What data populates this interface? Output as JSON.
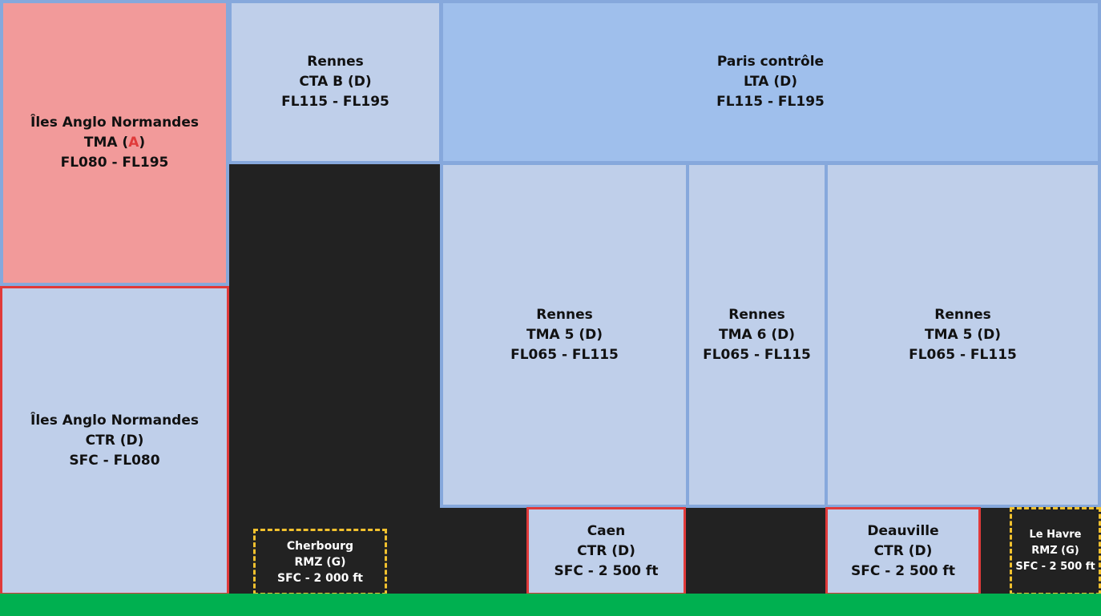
{
  "zones": {
    "cni_tma": {
      "name": "Îles Anglo Normandes",
      "class_pre": "TMA (",
      "class_letter": "A",
      "class_post": ")",
      "levels": "FL080 - FL195"
    },
    "cni_ctr": {
      "name": "Îles Anglo Normandes",
      "type": "CTR (D)",
      "levels": "SFC - FL080"
    },
    "rennes_cta": {
      "name": "Rennes",
      "type": "CTA B (D)",
      "levels": "FL115 - FL195"
    },
    "paris_lta": {
      "name": "Paris contrôle",
      "type": "LTA (D)",
      "levels": "FL115 - FL195"
    },
    "rennes_tma5_a": {
      "name": "Rennes",
      "type": "TMA 5 (D)",
      "levels": "FL065 - FL115"
    },
    "rennes_tma6": {
      "name": "Rennes",
      "type": "TMA 6 (D)",
      "levels": "FL065 - FL115"
    },
    "rennes_tma5_b": {
      "name": "Rennes",
      "type": "TMA 5 (D)",
      "levels": "FL065 - FL115"
    },
    "caen_ctr": {
      "name": "Caen",
      "type": "CTR (D)",
      "levels": "SFC - 2 500 ft"
    },
    "deauville_ctr": {
      "name": "Deauville",
      "type": "CTR (D)",
      "levels": "SFC - 2 500 ft"
    },
    "cherbourg_rmz": {
      "name": "Cherbourg",
      "type": "RMZ (G)",
      "levels": "SFC - 2 000 ft"
    },
    "lehavre_rmz": {
      "name": "Le Havre",
      "type": "RMZ (G)",
      "levels": "SFC - 2 500 ft"
    }
  },
  "colors": {
    "class_d_fill": "#bfcfea",
    "lta_fill": "#9fbfec",
    "class_a_fill": "#f29a9a",
    "ctr_border": "#e03a3a",
    "rmz_border": "#f2c12e",
    "ground": "#00b050",
    "background": "#222222"
  }
}
